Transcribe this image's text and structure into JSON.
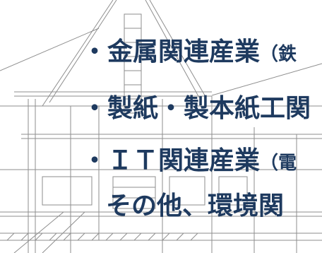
{
  "lines": [
    {
      "bullet": "・",
      "text": "金属関連産業",
      "suffix": "（鉄"
    },
    {
      "bullet": "・",
      "text": "製紙・製本紙工関"
    },
    {
      "bullet": "・",
      "text": "ＩＴ関連産業",
      "suffix": "（電"
    },
    {
      "bullet": "",
      "text": "その他、環境関"
    }
  ],
  "colors": {
    "text": "#1e3a5f",
    "sketch": "#9a9a9a"
  }
}
